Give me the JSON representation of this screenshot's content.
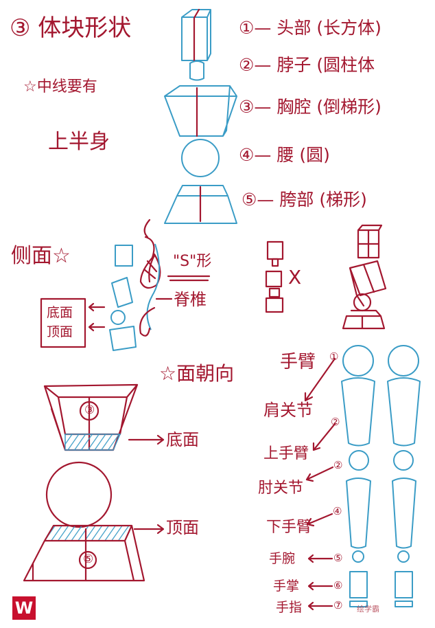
{
  "title": {
    "num": "③",
    "text": "体块形状"
  },
  "note_midline": "☆中线要有",
  "upper_body": "上半身",
  "parts": [
    {
      "num": "①",
      "label": "— 头部 (长方体)"
    },
    {
      "num": "②",
      "label": "— 脖子 (圆柱体"
    },
    {
      "num": "③",
      "label": "— 胸腔 (倒梯形)"
    },
    {
      "num": "④",
      "label": "— 腰 (圆)"
    },
    {
      "num": "⑤",
      "label": "— 胯部 (梯形)"
    }
  ],
  "side_view": {
    "title": "侧面☆",
    "s_shape": "\"S\"形",
    "spine": "脊椎",
    "box_line1": "底面",
    "box_line2": "顶面"
  },
  "wrong_mark": "X",
  "facing": {
    "title": "☆面朝向",
    "chest_num": "③",
    "hip_num": "⑤",
    "bottom_face": "底面",
    "top_face": "顶面"
  },
  "arm": {
    "title": "手臂",
    "labels": [
      {
        "num": "①",
        "label": "肩关节"
      },
      {
        "num": "②",
        "label": "上手臂"
      },
      {
        "num": "②",
        "label": "肘关节"
      },
      {
        "num": "④",
        "label": "下手臂"
      },
      {
        "num": "⑤",
        "label": "手腕"
      },
      {
        "num": "⑥",
        "label": "手掌"
      },
      {
        "num": "⑦",
        "label": "手指"
      }
    ]
  },
  "logo": "W",
  "watermark": "绘学霸",
  "colors": {
    "ink_red": "#a3172f",
    "ink_blue": "#3a9cc6"
  }
}
